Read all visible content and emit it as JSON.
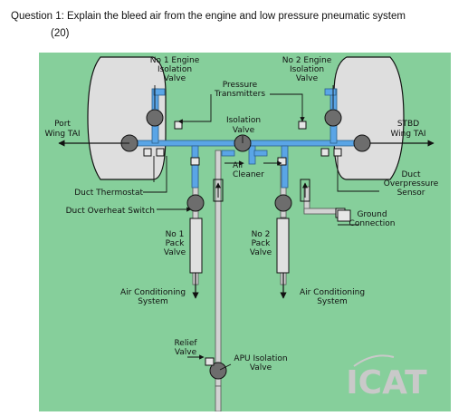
{
  "question": {
    "line1": "Question 1: Explain the bleed air from the engine and low pressure pneumatic system",
    "line2": "(20)"
  },
  "diagram": {
    "colors": {
      "background": "#86cf9b",
      "duct_blue": "#5aa5e6",
      "duct_outline": "#2b5f8a",
      "grey_duct": "#d2d2d2",
      "engine": "#dedede",
      "valve": "#6d6d6d",
      "logo_grey": "#c9c9c9"
    },
    "labels": {
      "eng1_line1": "No 1 Engine",
      "eng1_line2": "Isolation",
      "eng1_line3": "Valve",
      "eng2_line1": "No 2 Engine",
      "eng2_line2": "Isolation",
      "eng2_line3": "Valve",
      "pt_line1": "Pressure",
      "pt_line2": "Transmitters",
      "iso_line1": "Isolation",
      "iso_line2": "Valve",
      "port_line1": "Port",
      "port_line2": "Wing TAI",
      "stbd_line1": "STBD",
      "stbd_line2": "Wing TAI",
      "air_line1": "Air",
      "air_line2": "Cleaner",
      "dop_line1": "Duct",
      "dop_line2": "Overpressure",
      "dop_line3": "Sensor",
      "duct_thermostat": "Duct Thermostat",
      "duct_overheat": "Duct Overheat Switch",
      "ground_line1": "Ground",
      "ground_line2": "Connection",
      "pack1_line1": "No 1",
      "pack1_line2": "Pack",
      "pack1_line3": "Valve",
      "pack2_line1": "No 2",
      "pack2_line2": "Pack",
      "pack2_line3": "Valve",
      "ac1_line1": "Air Conditioning",
      "ac1_line2": "System",
      "ac2_line1": "Air Conditioning",
      "ac2_line2": "System",
      "relief_line1": "Relief",
      "relief_line2": "Valve",
      "apu_line1": "APU Isolation",
      "apu_line2": "Valve",
      "logo": "ICAT"
    }
  }
}
